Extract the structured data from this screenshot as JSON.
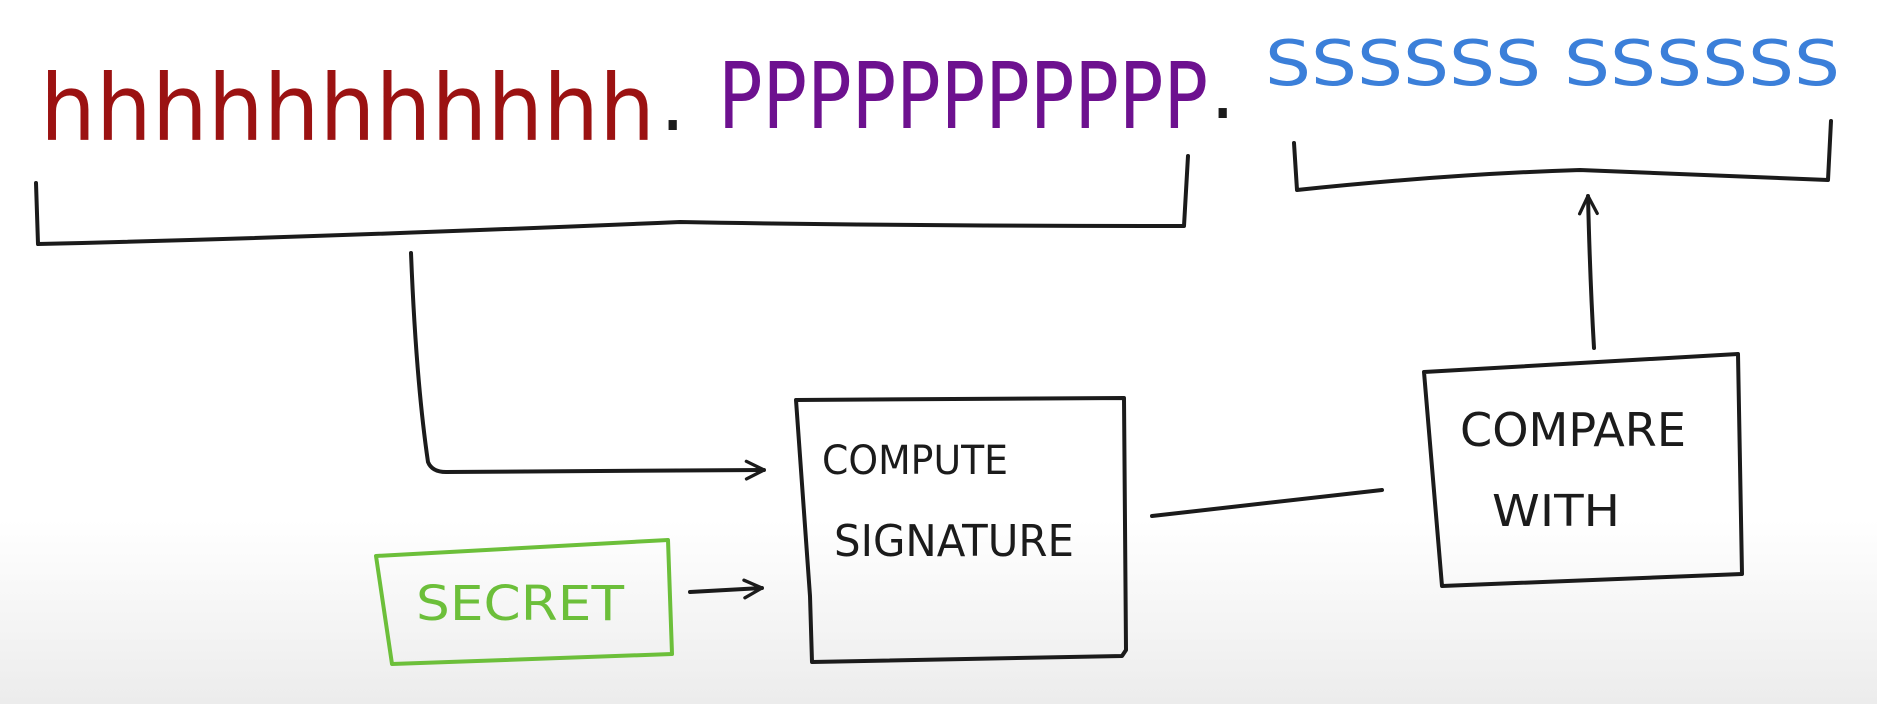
{
  "colors": {
    "header": "#9b1212",
    "payload": "#6d118f",
    "signature": "#3b7fd9",
    "ink": "#1b1b1b",
    "secret": "#6cbf3a"
  },
  "token": {
    "header_text": "hhhhhhhhhhh",
    "dot_1": ".",
    "payload_text": "PPPPPPPPPPP",
    "dot_2": ".",
    "signature_text": "SSSSSS SSSSSS"
  },
  "boxes": {
    "compute": {
      "line1": "COMPUTE",
      "line2": "SIGNATURE"
    },
    "compare": {
      "line1": "COMPARE",
      "line2": "WITH"
    },
    "secret": {
      "label": "SECRET"
    }
  }
}
